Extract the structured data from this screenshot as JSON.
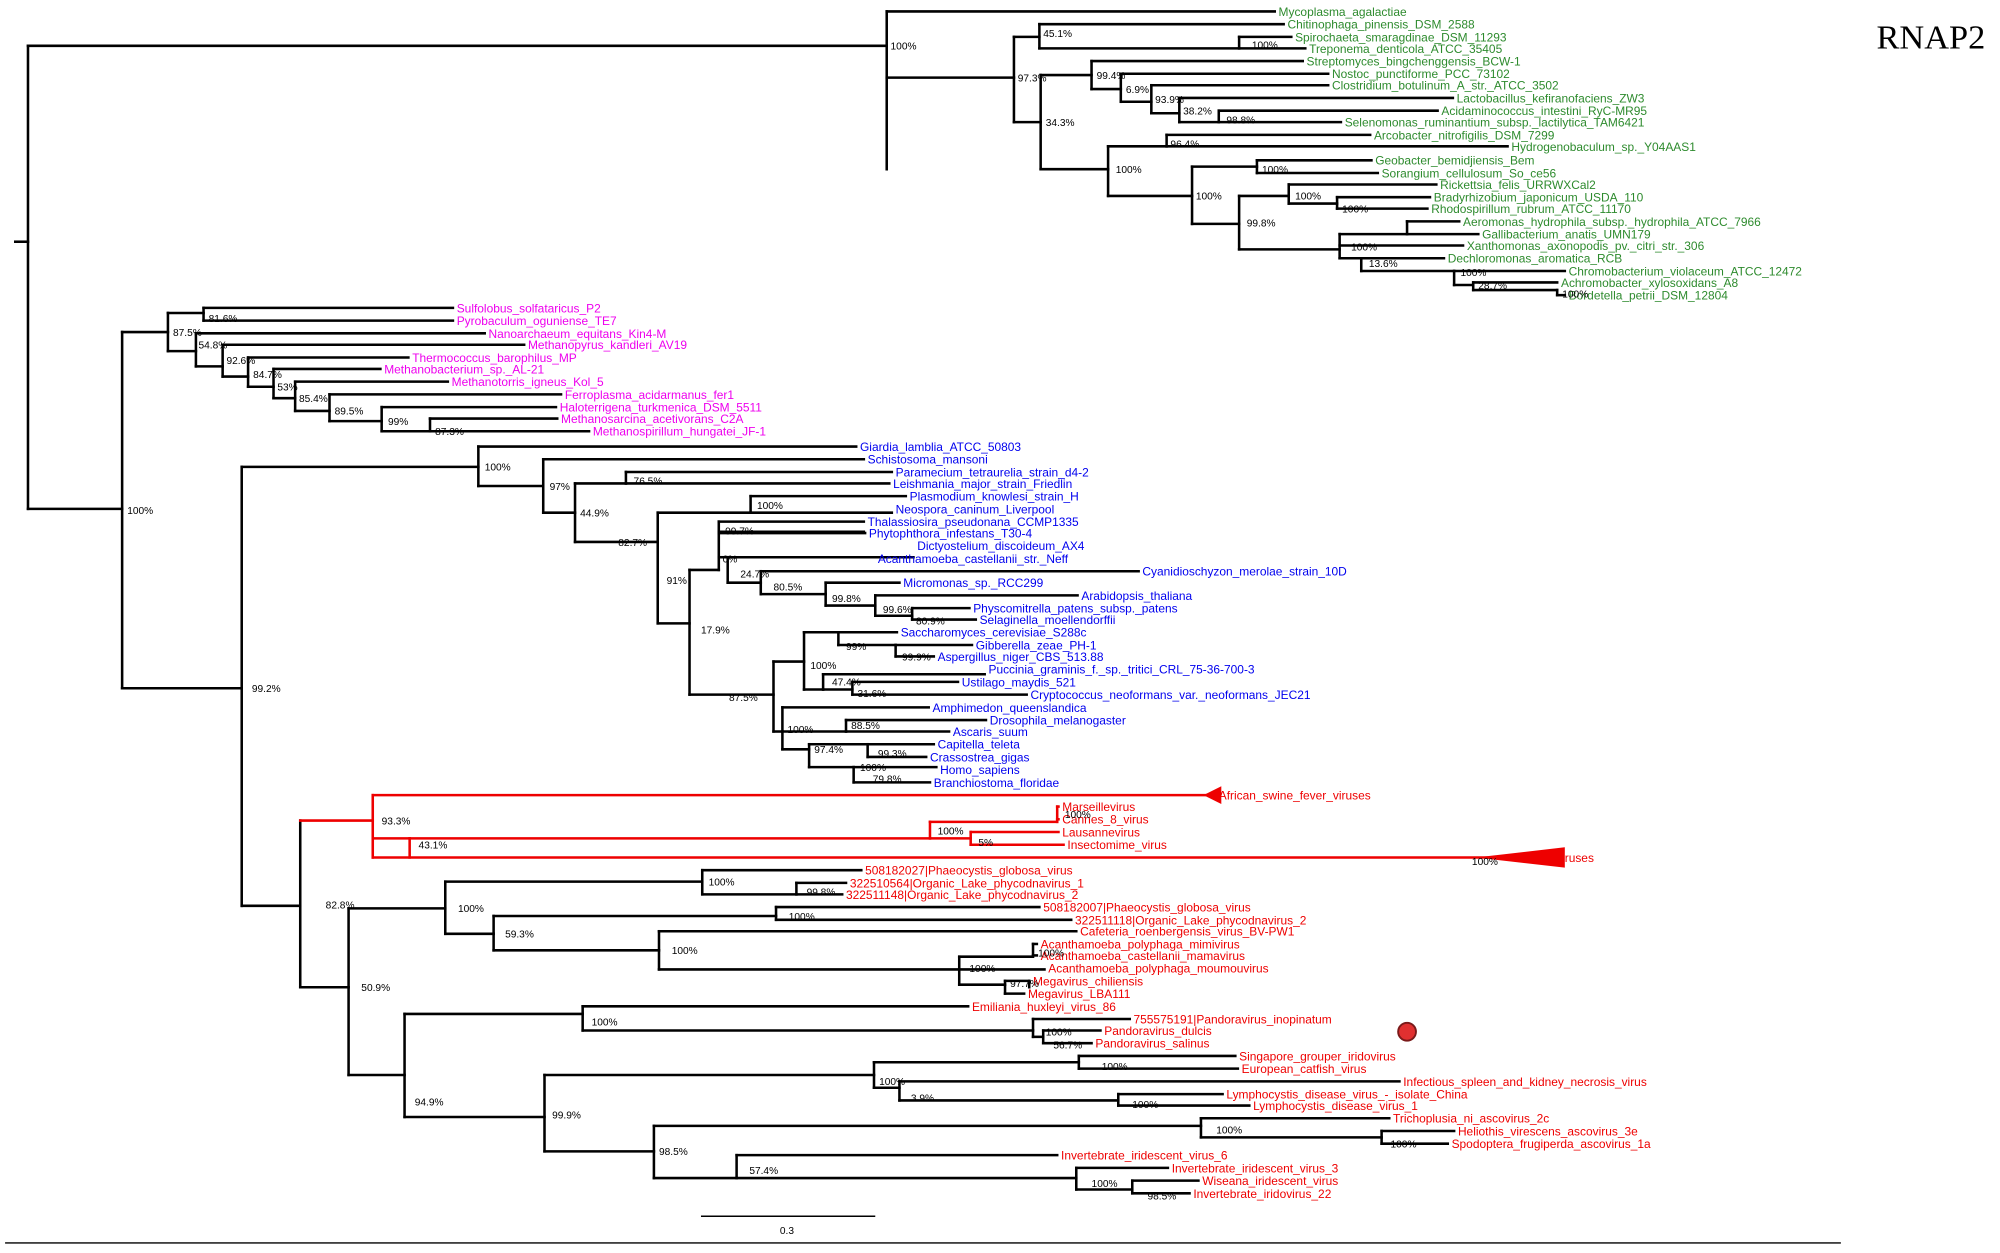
{
  "figure": {
    "title": "RNAP2",
    "scale_bar_label": "0.3",
    "colors": {
      "bacteria": "#2e8b2e",
      "archaea": "#ee00ee",
      "eukaryota": "#0000ee",
      "viruses": "#ee0000",
      "branch": "#000000",
      "marker": "#e03030"
    }
  },
  "tree": {
    "leaves": [
      {
        "label": "Mycoplasma_agalactiae",
        "group": "bacteria"
      },
      {
        "label": "Chitinophaga_pinensis_DSM_2588",
        "group": "bacteria"
      },
      {
        "label": "Spirochaeta_smaragdinae_DSM_11293",
        "group": "bacteria"
      },
      {
        "label": "Treponema_denticola_ATCC_35405",
        "group": "bacteria"
      },
      {
        "label": "Streptomyces_bingchenggensis_BCW-1",
        "group": "bacteria"
      },
      {
        "label": "Nostoc_punctiforme_PCC_73102",
        "group": "bacteria"
      },
      {
        "label": "Clostridium_botulinum_A_str._ATCC_3502",
        "group": "bacteria"
      },
      {
        "label": "Lactobacillus_kefiranofaciens_ZW3",
        "group": "bacteria"
      },
      {
        "label": "Acidaminococcus_intestini_RyC-MR95",
        "group": "bacteria"
      },
      {
        "label": "Selenomonas_ruminantium_subsp._lactilytica_TAM6421",
        "group": "bacteria"
      },
      {
        "label": "Arcobacter_nitrofigilis_DSM_7299",
        "group": "bacteria"
      },
      {
        "label": "Hydrogenobaculum_sp._Y04AAS1",
        "group": "bacteria"
      },
      {
        "label": "Geobacter_bemidjiensis_Bem",
        "group": "bacteria"
      },
      {
        "label": "Sorangium_cellulosum_So_ce56",
        "group": "bacteria"
      },
      {
        "label": "Rickettsia_felis_URRWXCal2",
        "group": "bacteria"
      },
      {
        "label": "Bradyrhizobium_japonicum_USDA_110",
        "group": "bacteria"
      },
      {
        "label": "Rhodospirillum_rubrum_ATCC_11170",
        "group": "bacteria"
      },
      {
        "label": "Aeromonas_hydrophila_subsp._hydrophila_ATCC_7966",
        "group": "bacteria"
      },
      {
        "label": "Gallibacterium_anatis_UMN179",
        "group": "bacteria"
      },
      {
        "label": "Xanthomonas_axonopodis_pv._citri_str._306",
        "group": "bacteria"
      },
      {
        "label": "Dechloromonas_aromatica_RCB",
        "group": "bacteria"
      },
      {
        "label": "Chromobacterium_violaceum_ATCC_12472",
        "group": "bacteria"
      },
      {
        "label": "Achromobacter_xylosoxidans_A8",
        "group": "bacteria"
      },
      {
        "label": "Bordetella_petrii_DSM_12804",
        "group": "bacteria"
      },
      {
        "label": "Sulfolobus_solfataricus_P2",
        "group": "archaea"
      },
      {
        "label": "Pyrobaculum_oguniense_TE7",
        "group": "archaea"
      },
      {
        "label": "Nanoarchaeum_equitans_Kin4-M",
        "group": "archaea"
      },
      {
        "label": "Methanopyrus_kandleri_AV19",
        "group": "archaea"
      },
      {
        "label": "Thermococcus_barophilus_MP",
        "group": "archaea"
      },
      {
        "label": "Methanobacterium_sp._AL-21",
        "group": "archaea"
      },
      {
        "label": "Methanotorris_igneus_Kol_5",
        "group": "archaea"
      },
      {
        "label": "Ferroplasma_acidarmanus_fer1",
        "group": "archaea"
      },
      {
        "label": "Haloterrigena_turkmenica_DSM_5511",
        "group": "archaea"
      },
      {
        "label": "Methanosarcina_acetivorans_C2A",
        "group": "archaea"
      },
      {
        "label": "Methanospirillum_hungatei_JF-1",
        "group": "archaea"
      },
      {
        "label": "Giardia_lamblia_ATCC_50803",
        "group": "eukaryota"
      },
      {
        "label": "Schistosoma_mansoni",
        "group": "eukaryota"
      },
      {
        "label": "Paramecium_tetraurelia_strain_d4-2",
        "group": "eukaryota"
      },
      {
        "label": "Leishmania_major_strain_Friedlin",
        "group": "eukaryota"
      },
      {
        "label": "Plasmodium_knowlesi_strain_H",
        "group": "eukaryota"
      },
      {
        "label": "Neospora_caninum_Liverpool",
        "group": "eukaryota"
      },
      {
        "label": "Thalassiosira_pseudonana_CCMP1335",
        "group": "eukaryota"
      },
      {
        "label": "Phytophthora_infestans_T30-4",
        "group": "eukaryota"
      },
      {
        "label": "Dictyostelium_discoideum_AX4",
        "group": "eukaryota"
      },
      {
        "label": "Acanthamoeba_castellanii_str._Neff",
        "group": "eukaryota"
      },
      {
        "label": "Cyanidioschyzon_merolae_strain_10D",
        "group": "eukaryota"
      },
      {
        "label": "Micromonas_sp._RCC299",
        "group": "eukaryota"
      },
      {
        "label": "Arabidopsis_thaliana",
        "group": "eukaryota"
      },
      {
        "label": "Physcomitrella_patens_subsp._patens",
        "group": "eukaryota"
      },
      {
        "label": "Selaginella_moellendorffii",
        "group": "eukaryota"
      },
      {
        "label": "Saccharomyces_cerevisiae_S288c",
        "group": "eukaryota"
      },
      {
        "label": "Gibberella_zeae_PH-1",
        "group": "eukaryota"
      },
      {
        "label": "Aspergillus_niger_CBS_513.88",
        "group": "eukaryota"
      },
      {
        "label": "Puccinia_graminis_f._sp._tritici_CRL_75-36-700-3",
        "group": "eukaryota"
      },
      {
        "label": "Ustilago_maydis_521",
        "group": "eukaryota"
      },
      {
        "label": "Cryptococcus_neoformans_var._neoformans_JEC21",
        "group": "eukaryota"
      },
      {
        "label": "Amphimedon_queenslandica",
        "group": "eukaryota"
      },
      {
        "label": "Drosophila_melanogaster",
        "group": "eukaryota"
      },
      {
        "label": "Ascaris_suum",
        "group": "eukaryota"
      },
      {
        "label": "Capitella_teleta",
        "group": "eukaryota"
      },
      {
        "label": "Crassostrea_gigas",
        "group": "eukaryota"
      },
      {
        "label": "Homo_sapiens",
        "group": "eukaryota"
      },
      {
        "label": "Branchiostoma_floridae",
        "group": "eukaryota"
      },
      {
        "label": "African_swine_fever_viruses",
        "group": "viruses",
        "collapsed": true
      },
      {
        "label": "Marseillevirus",
        "group": "viruses"
      },
      {
        "label": "Cannes_8_virus",
        "group": "viruses"
      },
      {
        "label": "Lausannevirus",
        "group": "viruses"
      },
      {
        "label": "Insectomime_virus",
        "group": "viruses"
      },
      {
        "label": "Poxviruses",
        "group": "viruses",
        "collapsed": true
      },
      {
        "label": "508182027|Phaeocystis_globosa_virus",
        "group": "viruses"
      },
      {
        "label": "322510564|Organic_Lake_phycodnavirus_1",
        "group": "viruses"
      },
      {
        "label": "322511148|Organic_Lake_phycodnavirus_2",
        "group": "viruses"
      },
      {
        "label": "508182007|Phaeocystis_globosa_virus",
        "group": "viruses"
      },
      {
        "label": "322511118|Organic_Lake_phycodnavirus_2",
        "group": "viruses"
      },
      {
        "label": "Cafeteria_roenbergensis_virus_BV-PW1",
        "group": "viruses"
      },
      {
        "label": "Acanthamoeba_polyphaga_mimivirus",
        "group": "viruses"
      },
      {
        "label": "Acanthamoeba_castellanii_mamavirus",
        "group": "viruses"
      },
      {
        "label": "Acanthamoeba_polyphaga_moumouvirus",
        "group": "viruses"
      },
      {
        "label": "Megavirus_chiliensis",
        "group": "viruses"
      },
      {
        "label": "Megavirus_LBA111",
        "group": "viruses"
      },
      {
        "label": "Emiliania_huxleyi_virus_86",
        "group": "viruses"
      },
      {
        "label": "755575191|Pandoravirus_inopinatum",
        "group": "viruses"
      },
      {
        "label": "Pandoravirus_dulcis",
        "group": "viruses"
      },
      {
        "label": "Pandoravirus_salinus",
        "group": "viruses"
      },
      {
        "label": "Singapore_grouper_iridovirus",
        "group": "viruses"
      },
      {
        "label": "European_catfish_virus",
        "group": "viruses"
      },
      {
        "label": "Infectious_spleen_and_kidney_necrosis_virus",
        "group": "viruses"
      },
      {
        "label": "Lymphocystis_disease_virus_-_isolate_China",
        "group": "viruses"
      },
      {
        "label": "Lymphocystis_disease_virus_1",
        "group": "viruses"
      },
      {
        "label": "Trichoplusia_ni_ascovirus_2c",
        "group": "viruses"
      },
      {
        "label": "Heliothis_virescens_ascovirus_3e",
        "group": "viruses"
      },
      {
        "label": "Spodoptera_frugiperda_ascovirus_1a",
        "group": "viruses"
      },
      {
        "label": "Invertebrate_iridescent_virus_6",
        "group": "viruses"
      },
      {
        "label": "Invertebrate_iridescent_virus_3",
        "group": "viruses"
      },
      {
        "label": "Wiseana_iridescent_virus",
        "group": "viruses"
      },
      {
        "label": "Invertebrate_iridovirus_22",
        "group": "viruses"
      }
    ],
    "support_values": [
      "100%",
      "45.1%",
      "100%",
      "97.3%",
      "99.4%",
      "6.9%",
      "93.9%",
      "38.2%",
      "98.8%",
      "34.3%",
      "96.4%",
      "100%",
      "100%",
      "100%",
      "100%",
      "99.8%",
      "100%",
      "100%",
      "13.6%",
      "100%",
      "28.7%",
      "100%",
      "100%",
      "81.6%",
      "87.5%",
      "54.8%",
      "92.6%",
      "84.7%",
      "53%",
      "85.4%",
      "89.5%",
      "99%",
      "87.3%",
      "99.2%",
      "100%",
      "97%",
      "76.5%",
      "44.9%",
      "100%",
      "82.7%",
      "99.7%",
      "91%",
      "0%",
      "24.7%",
      "80.5%",
      "99.8%",
      "99.6%",
      "80.9%",
      "17.9%",
      "99%",
      "100%",
      "99.9%",
      "47.4%",
      "31.6%",
      "87.5%",
      "100%",
      "88.5%",
      "97.4%",
      "99.3%",
      "100%",
      "79.8%",
      "82.8%",
      "93.3%",
      "43.1%",
      "100%",
      "100%",
      "5%",
      "100%",
      "100%",
      "99.8%",
      "100%",
      "100%",
      "59.3%",
      "100%",
      "100%",
      "100%",
      "97.7%",
      "50.9%",
      "100%",
      "100%",
      "56.7%",
      "94.9%",
      "100%",
      "100%",
      "3.9%",
      "100%",
      "99.9%",
      "100%",
      "100%",
      "98.5%",
      "57.4%",
      "100%",
      "98.5%"
    ]
  }
}
